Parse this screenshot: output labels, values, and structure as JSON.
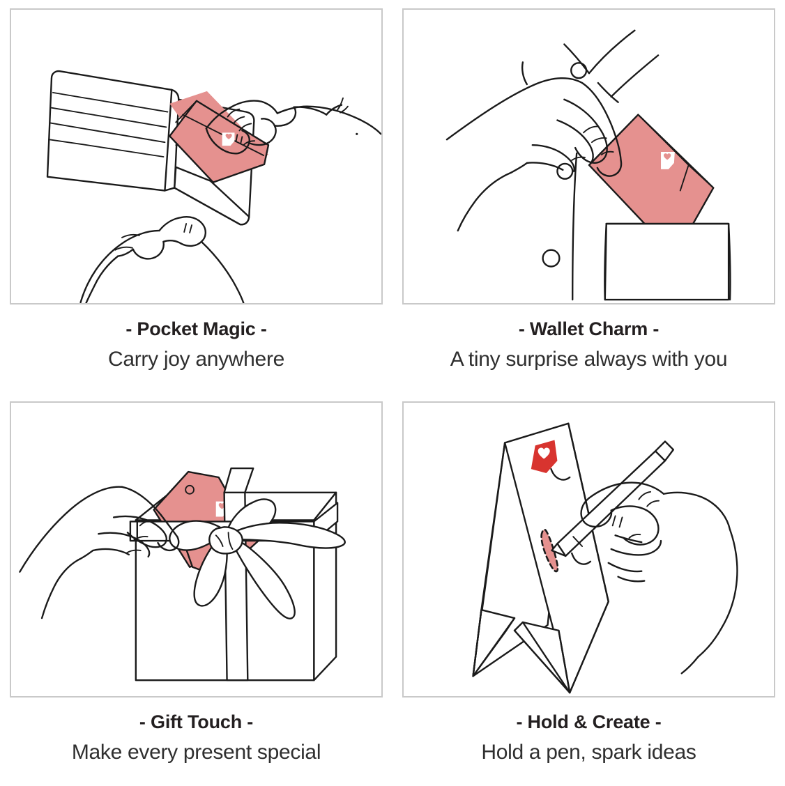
{
  "page": {
    "layout": "2x2-feature-grid",
    "background_color": "#ffffff",
    "panel_border_color": "#c9c9c9",
    "accent_pink": "#e5918f",
    "accent_red": "#d8342f",
    "ink_color": "#1a1a1a",
    "title_color": "#231f20",
    "subtitle_color": "#2f2f2f"
  },
  "cards": [
    {
      "id": "pocket-magic",
      "title": "- Pocket Magic -",
      "subtitle": "Carry joy anywhere",
      "illustration": "hand-inserting-pink-card-into-open-bifold-wallet",
      "logo": "white-heart-badge"
    },
    {
      "id": "wallet-charm",
      "title": "- Wallet Charm -",
      "subtitle": "A tiny surprise always with you",
      "illustration": "hand-slipping-pink-card-into-shirt-breast-pocket",
      "logo": "white-heart-badge"
    },
    {
      "id": "gift-touch",
      "title": "- Gift Touch -",
      "subtitle": "Make every present special",
      "illustration": "hand-tucking-pink-gift-tag-under-ribbon-bow-on-gift-box",
      "logo": "white-heart-badge"
    },
    {
      "id": "hold-create",
      "title": "- Hold & Create -",
      "subtitle": "Hold a pen, spark ideas",
      "illustration": "folded-paper-stand-holding-a-pen-with-red-heart-sticker",
      "logo": "red-heart-badge"
    }
  ]
}
